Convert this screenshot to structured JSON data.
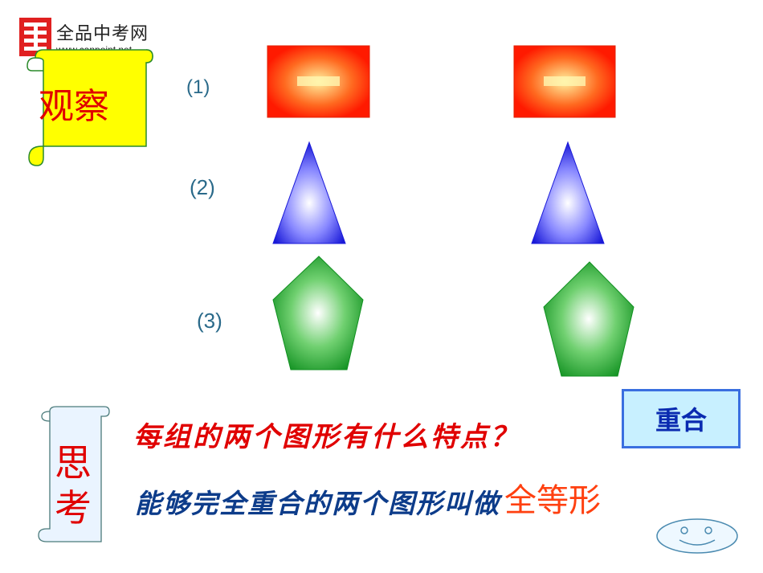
{
  "logo": {
    "cn": "全品中考网",
    "url": "www.canpoint.net",
    "icon": "canpoint-seal-icon"
  },
  "observe": {
    "label": "观察",
    "icon": "scroll-banner-icon"
  },
  "rows": [
    {
      "label": "(1)",
      "shape": "rectangle"
    },
    {
      "label": "(2)",
      "shape": "triangle"
    },
    {
      "label": "(3)",
      "shape": "pentagon"
    }
  ],
  "think": {
    "label": "思考",
    "icon": "scroll-banner-icon"
  },
  "question": "每组的两个图形有什么特点？",
  "answer_box": "重合",
  "statement": "能够完全重合的两个图形叫做",
  "statement_answer": "全等形",
  "colors": {
    "rect": "#ff2a00",
    "triangle": "#2222dd",
    "pentagon": "#1a9a2a",
    "observe_bg": "#ffff00",
    "think_bg": "#eaf4ff"
  },
  "smiley": "smiley-face-icon"
}
